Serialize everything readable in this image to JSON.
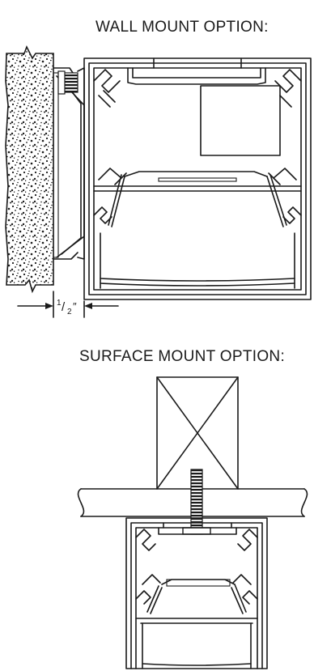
{
  "titles": {
    "wall_mount": "WALL MOUNT OPTION:",
    "surface_mount": "SURFACE MOUNT OPTION:"
  },
  "dimension": {
    "numerator": "1",
    "slash": "/",
    "denominator": "2",
    "unit": "″"
  }
}
